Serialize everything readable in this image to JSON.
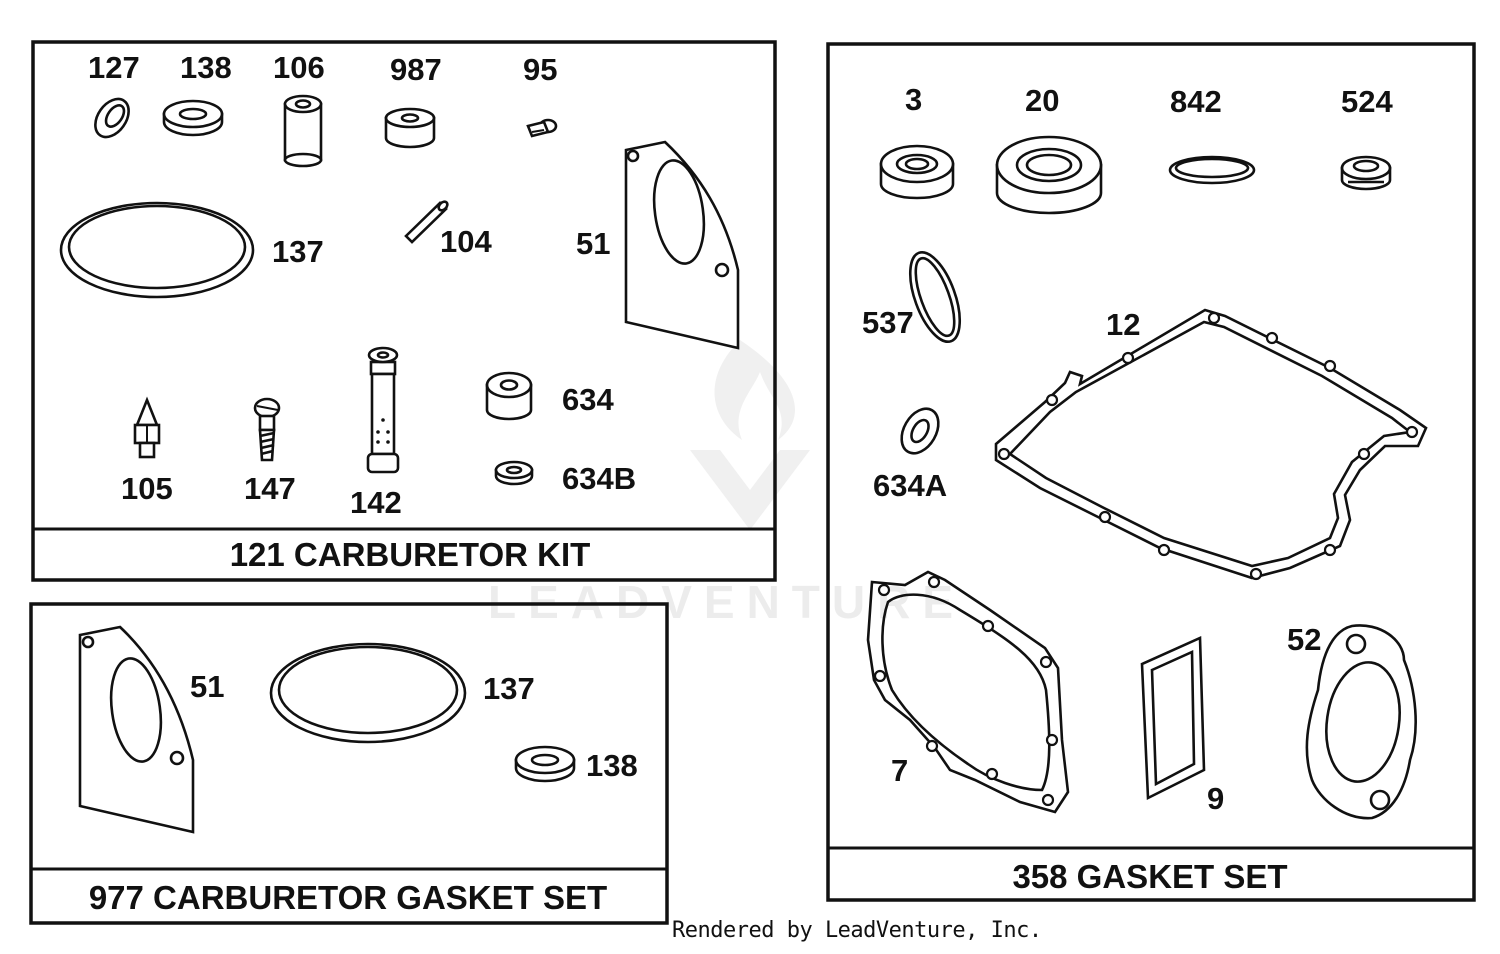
{
  "panels": {
    "carb_kit": {
      "title": "121 CARBURETOR KIT",
      "parts": [
        "127",
        "138",
        "106",
        "987",
        "95",
        "137",
        "104",
        "51",
        "634",
        "634B",
        "105",
        "147",
        "142"
      ]
    },
    "carb_gasket": {
      "title": "977 CARBURETOR GASKET SET",
      "parts": [
        "51",
        "137",
        "138"
      ]
    },
    "gasket_set": {
      "title": "358 GASKET SET",
      "parts": [
        "3",
        "20",
        "842",
        "524",
        "537",
        "12",
        "634A",
        "7",
        "9",
        "52"
      ]
    }
  },
  "watermark": "LEADVENTURE",
  "footer": "Rendered by LeadVenture, Inc."
}
